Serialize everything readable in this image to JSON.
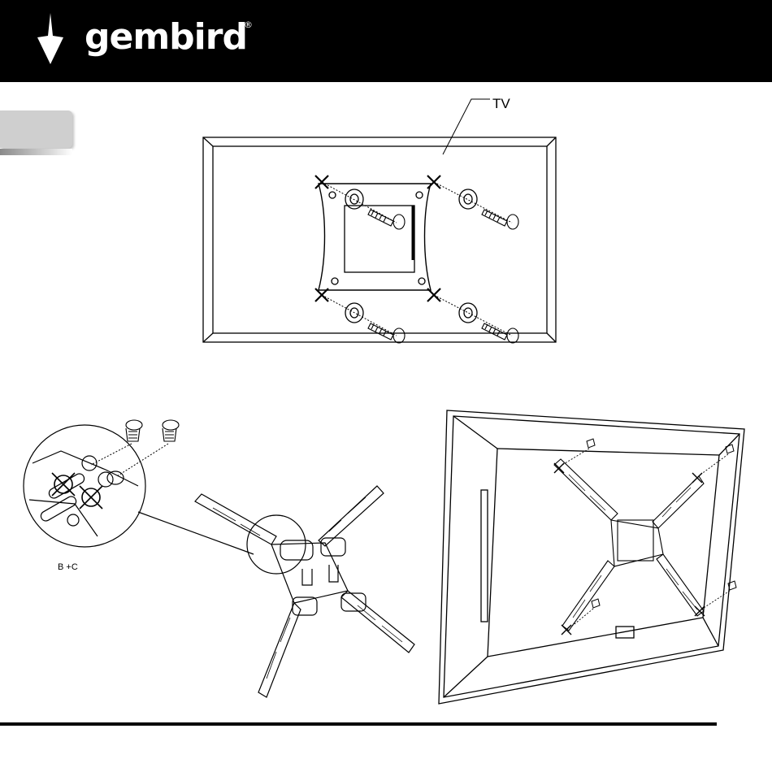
{
  "header": {
    "brand": "gembird",
    "registered_mark": "®",
    "logo_icon": "arrow-drop-icon"
  },
  "figure_top": {
    "callout": "TV"
  },
  "figure_bottom_left": {
    "callout": "B  +C"
  }
}
